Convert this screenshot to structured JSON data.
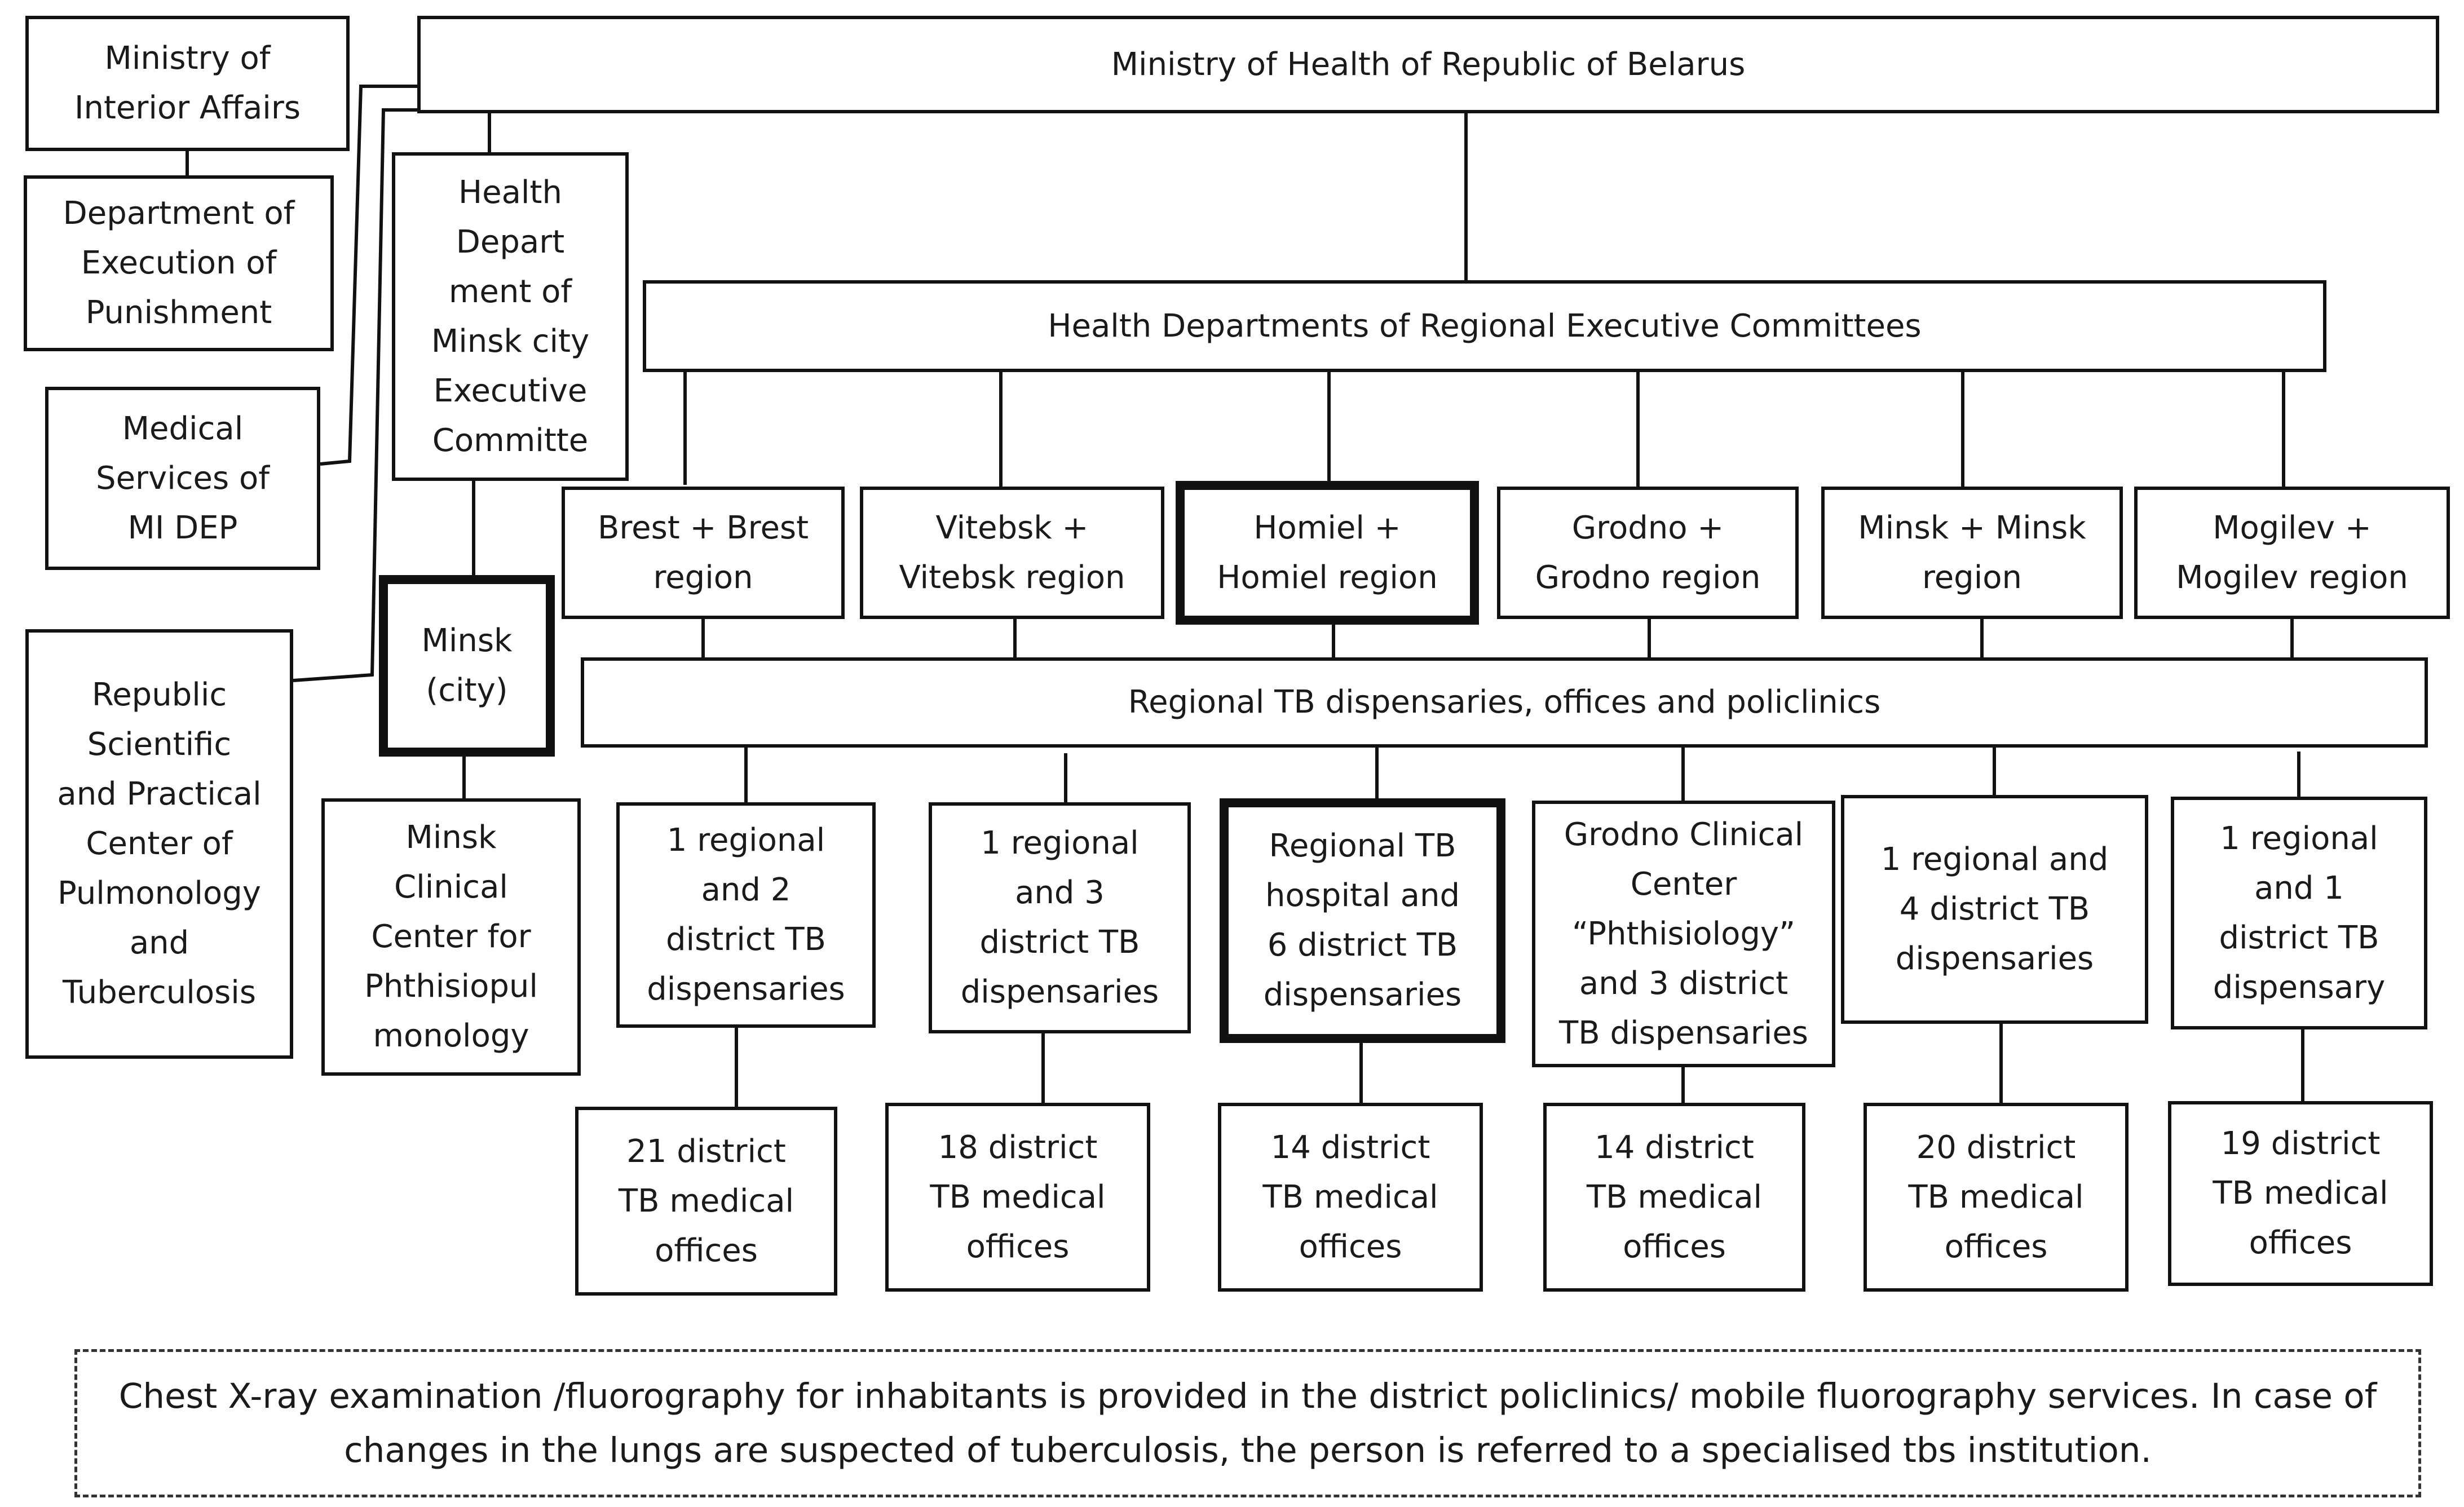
{
  "diagram": {
    "ministry_interior": "Ministry of\nInterior Affairs",
    "dept_execution": "Department of\nExecution of\nPunishment",
    "medical_services": "Medical\nServices of\nMI DEP",
    "republic_center": "Republic\nScientific\nand Practical\nCenter of\nPulmonology\nand\nTuberculosis",
    "ministry_health": "Ministry of Health of Republic of Belarus",
    "health_minsk_city": "Health\nDepart\nment of\nMinsk city\nExecutive\nCommitte",
    "minsk_city": "Minsk\n(city)",
    "minsk_clinical": "Minsk\nClinical\nCenter for\nPhthisiopul\nmonology",
    "regional_committees": "Health Departments of Regional Executive Committees",
    "regions": [
      {
        "name": "Brest + Brest\nregion",
        "facilities": "1 regional\nand 2\ndistrict TB\ndispensaries",
        "offices": "21 district\nTB medical\noffices"
      },
      {
        "name": "Vitebsk +\nVitebsk region",
        "facilities": "1 regional\nand 3\ndistrict TB\ndispensaries",
        "offices": "18 district\nTB medical\noffices"
      },
      {
        "name": "Homiel +\nHomiel region",
        "facilities": "Regional TB\nhospital and\n6 district TB\ndispensaries",
        "offices": "14 district\nTB medical\noffices"
      },
      {
        "name": "Grodno +\nGrodno region",
        "facilities": "Grodno Clinical\nCenter\n“Phthisiology”\nand 3 district\nTB dispensaries",
        "offices": "14 district\nTB medical\noffices"
      },
      {
        "name": "Minsk + Minsk\nregion",
        "facilities": "1 regional and\n4 district TB\ndispensaries",
        "offices": "20 district\nTB medical\noffices"
      },
      {
        "name": "Mogilev +\nMogilev region",
        "facilities": "1 regional\nand 1\ndistrict TB\ndispensary",
        "offices": "19 district\nTB medical\noffices"
      }
    ],
    "regional_tb": "Regional TB dispensaries, offices and policlinics",
    "note": "Chest X-ray examination /fluorography for inhabitants is provided in the district policlinics/ mobile fluorography services. In case of changes in the lungs are suspected of tuberculosis, the person is referred to a specialised tbs institution."
  }
}
